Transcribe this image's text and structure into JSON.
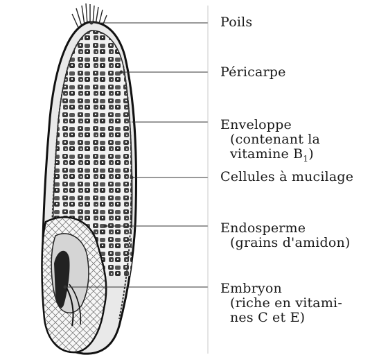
{
  "labels": {
    "poils": "Poils",
    "pericarpe": "Péricarpe",
    "enveloppe": {
      "line1": "Enveloppe",
      "line2": "(contenant la",
      "line3_text": "vitamine B",
      "line3_sub": "1",
      "line3_end": ")"
    },
    "cellules": "Cellules à mucilage",
    "endosperme": {
      "line1": "Endosperme",
      "line2": "(grains d'amidon)"
    },
    "embryon": {
      "line1": "Embryon",
      "line2": "(riche en vitami-",
      "line3": "nes C et E)"
    }
  },
  "colors": {
    "ink": "#1a1a1a",
    "paper": "#ffffff"
  }
}
